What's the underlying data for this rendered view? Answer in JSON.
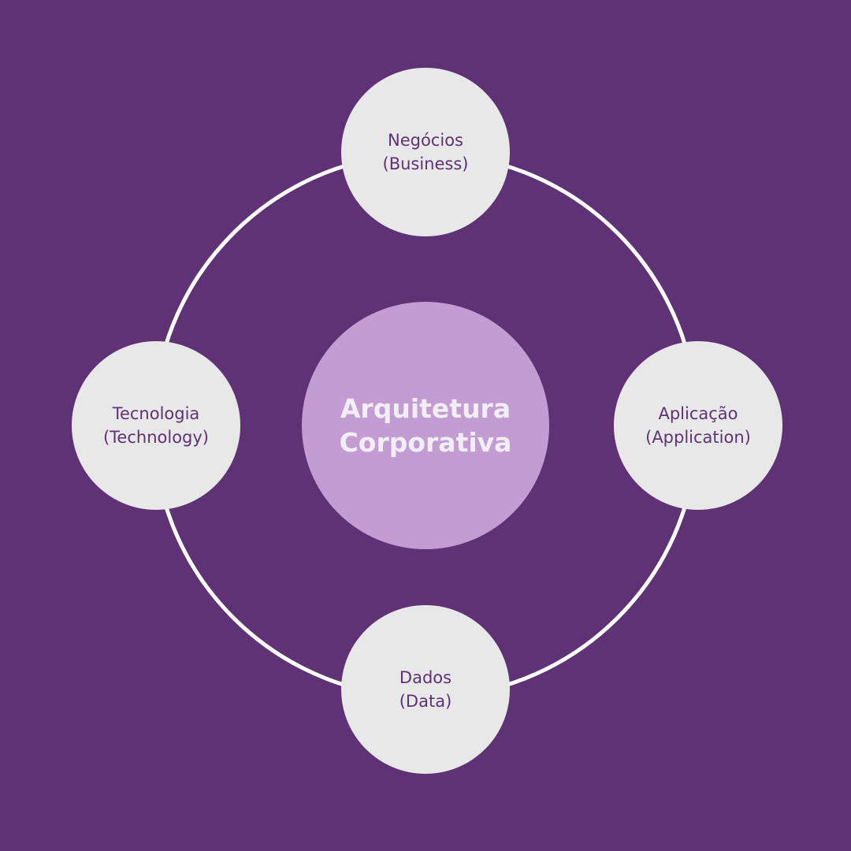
{
  "colors": {
    "background": "#5e3275",
    "ring": "#ffffff",
    "node_fill": "#e8e8e8",
    "node_text": "#5e3275",
    "center_fill": "#c39cd4",
    "center_text": "#f2eef5"
  },
  "center": {
    "line1": "Arquitetura",
    "line2": "Corporativa"
  },
  "nodes": {
    "top": {
      "line1": "Negócios",
      "line2": "(Business)"
    },
    "right": {
      "line1": "Aplicação",
      "line2": "(Application)"
    },
    "bottom": {
      "line1": "Dados",
      "line2": "(Data)"
    },
    "left": {
      "line1": "Tecnologia",
      "line2": "(Technology)"
    }
  }
}
